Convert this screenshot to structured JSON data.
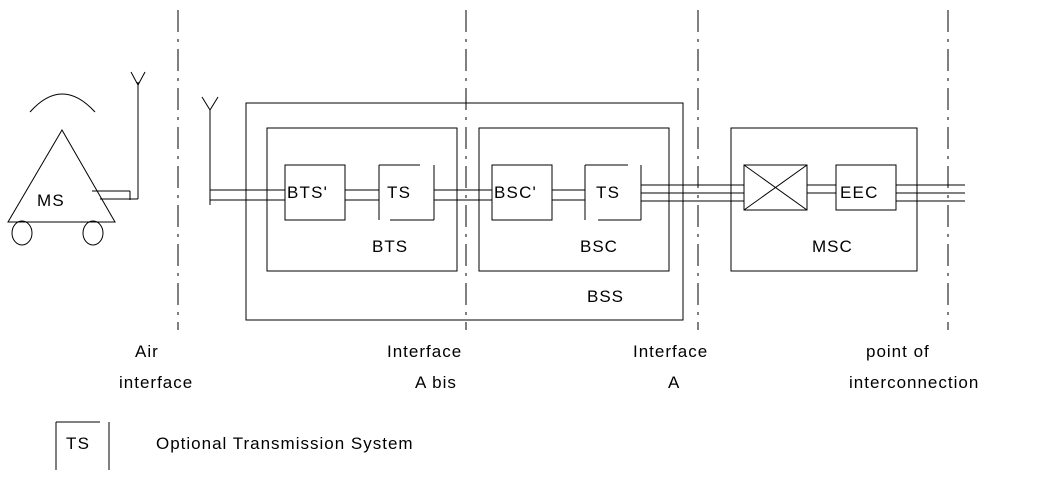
{
  "nodes": {
    "ms": "MS",
    "bts_prime": "BTS'",
    "ts_bts": "TS",
    "bts": "BTS",
    "bsc_prime": "BSC'",
    "ts_bsc": "TS",
    "bsc": "BSC",
    "bss": "BSS",
    "eec": "EEC",
    "msc": "MSC"
  },
  "interfaces": {
    "air_line1": "Air",
    "air_line2": "interface",
    "abis_line1": "Interface",
    "abis_line2": "A bis",
    "a_line1": "Interface",
    "a_line2": "A",
    "poi_line1": "point of",
    "poi_line2": "interconnection"
  },
  "legend": {
    "symbol": "TS",
    "text": "Optional Transmission System"
  }
}
